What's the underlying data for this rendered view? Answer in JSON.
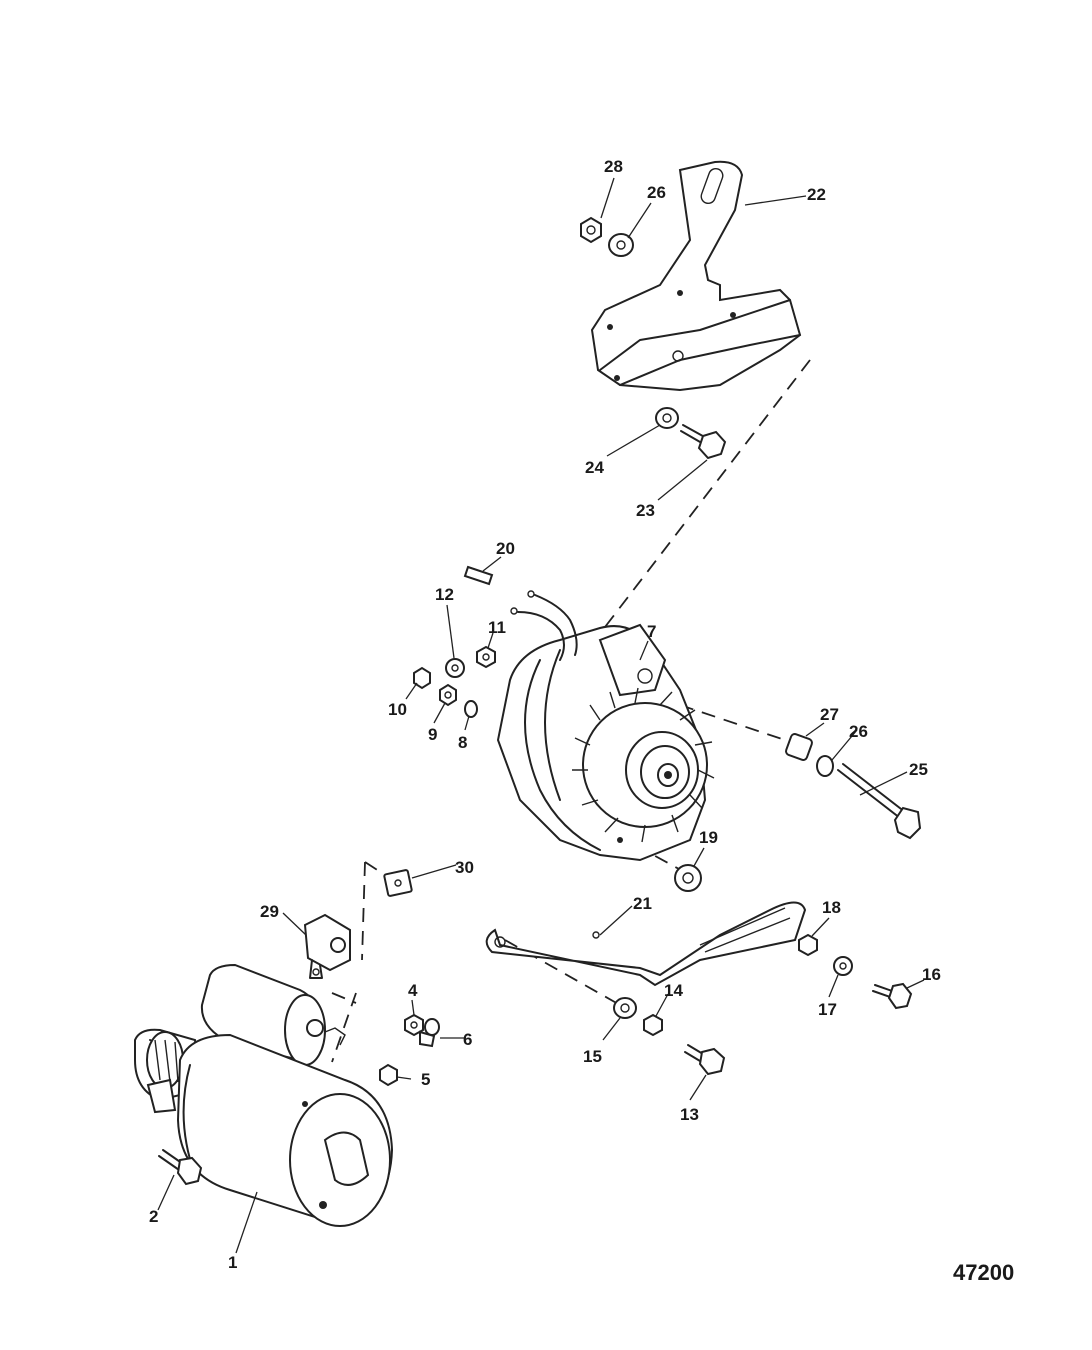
{
  "figure_number": "47200",
  "labels": {
    "p1": "1",
    "p2": "2",
    "p4": "4",
    "p5": "5",
    "p6": "6",
    "p7": "7",
    "p8": "8",
    "p9": "9",
    "p10": "10",
    "p11": "11",
    "p12": "12",
    "p13": "13",
    "p14": "14",
    "p15": "15",
    "p16": "16",
    "p17": "17",
    "p18": "18",
    "p19": "19",
    "p20": "20",
    "p21": "21",
    "p22": "22",
    "p23": "23",
    "p24": "24",
    "p25": "25",
    "p26a": "26",
    "p26b": "26",
    "p27": "27",
    "p28": "28",
    "p29": "29",
    "p30": "30"
  }
}
